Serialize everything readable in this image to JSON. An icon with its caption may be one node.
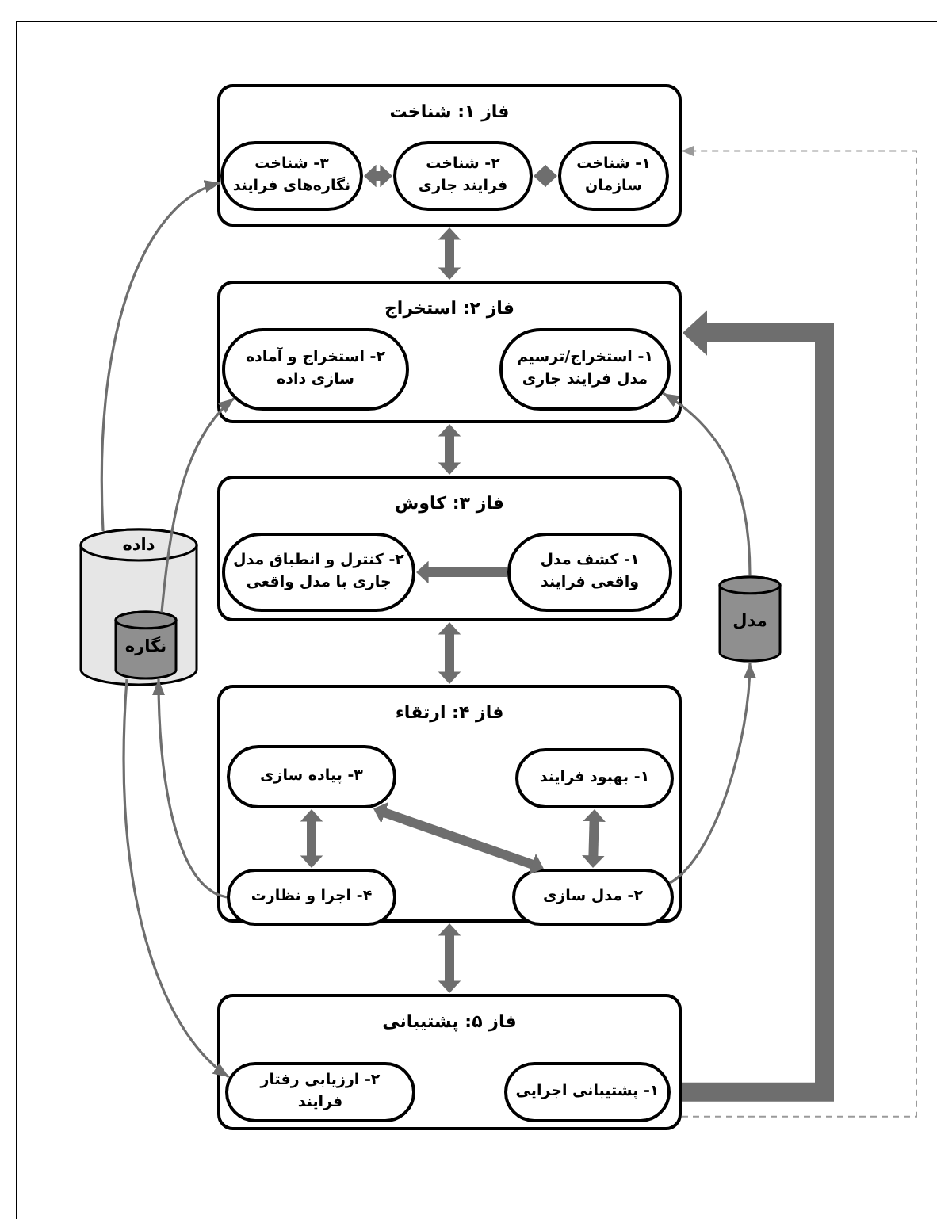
{
  "diagram": {
    "nodes": [
      {
        "text": [
          "فاز ۱: شناخت"
        ]
      },
      {
        "text": [
          "۱- شناخت سازمان"
        ],
        "in": 0
      },
      {
        "text": [
          "۲- شناخت فرایند جاری"
        ],
        "in": 0
      },
      {
        "text": [
          "۳- شناخت نگاره‌های فرایند"
        ],
        "in": 0
      },
      {
        "text": [
          "فاز ۲: استخراج"
        ]
      },
      {
        "text": [
          "۱- استخراج/ترسیم مدل فرایند جاری"
        ],
        "in": 4
      },
      {
        "text": [
          "۲- استخراج و آماده سازی داده"
        ],
        "in": 4
      },
      {
        "text": [
          "فاز ۳: کاوش"
        ]
      },
      {
        "text": [
          "۱- کشف مدل واقعی فرایند"
        ],
        "in": 7
      },
      {
        "text": [
          "۲- کنترل و انطباق مدل جاری با مدل واقعی"
        ],
        "in": 7
      },
      {
        "text": [
          "فاز ۴: ارتقاء"
        ]
      },
      {
        "text": [
          "۱- بهبود فرایند"
        ],
        "in": 10
      },
      {
        "text": [
          "۲- مدل سازی"
        ],
        "in": 10
      },
      {
        "text": [
          "۳- پیاده سازی"
        ],
        "in": 10
      },
      {
        "text": [
          "۴- اجرا و نظارت"
        ],
        "in": 10
      },
      {
        "text": [
          "فاز ۵: پشتیبانی"
        ]
      },
      {
        "text": [
          "۱- پشتیبانی اجرایی"
        ],
        "in": 15
      },
      {
        "text": [
          "۲- ارزیابی رفتار فرایند"
        ],
        "in": 15
      },
      {
        "text": [
          "داده"
        ]
      },
      {
        "text": [
          "نگاره"
        ],
        "in": 18
      },
      {
        "text": [
          "مدل"
        ]
      }
    ],
    "edges": [
      {
        "from": 1,
        "to": 2,
        "arrow": "both"
      },
      {
        "from": 2,
        "to": 3,
        "arrow": "both"
      },
      {
        "from": 0,
        "to": 4,
        "arrow": "both"
      },
      {
        "from": 4,
        "to": 7,
        "arrow": "both"
      },
      {
        "from": 7,
        "to": 10,
        "arrow": "both"
      },
      {
        "from": 10,
        "to": 15,
        "arrow": "both"
      },
      {
        "from": 8,
        "to": 9,
        "arrow": "to"
      },
      {
        "from": 11,
        "to": 12,
        "arrow": "both"
      },
      {
        "from": 13,
        "to": 14,
        "arrow": "both"
      },
      {
        "from": 13,
        "to": 12,
        "arrow": "both"
      },
      {
        "from": 18,
        "to": 3,
        "arrow": "to"
      },
      {
        "from": 19,
        "to": 6,
        "arrow": "to"
      },
      {
        "from": 14,
        "to": 19,
        "arrow": "to"
      },
      {
        "from": 19,
        "to": 17,
        "arrow": "to"
      },
      {
        "from": 12,
        "to": 20,
        "arrow": "to"
      },
      {
        "from": 20,
        "to": 5,
        "arrow": "to"
      },
      {
        "from": 15,
        "to": 4,
        "arrow": "to",
        "style": "thick"
      },
      {
        "from": 15,
        "to": 0,
        "arrow": "to",
        "style": "dashed",
        "color": "#9a9a9a"
      }
    ]
  }
}
